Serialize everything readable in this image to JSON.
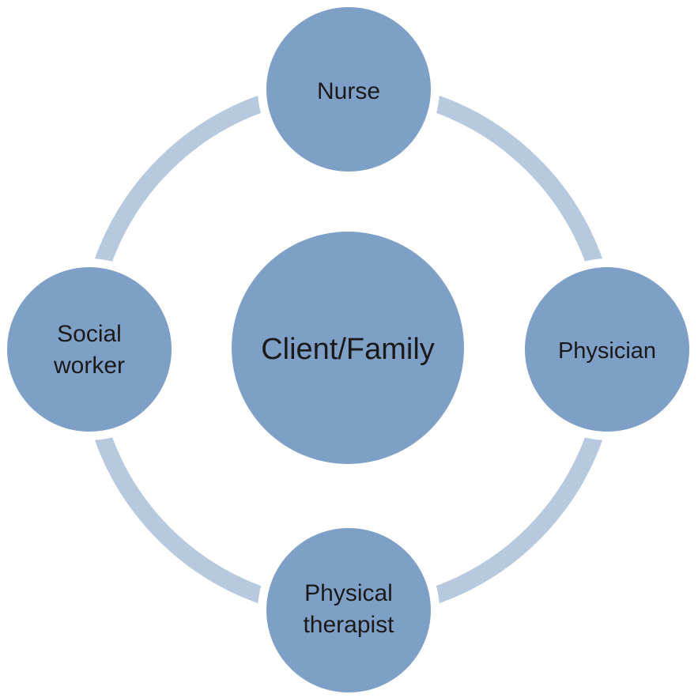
{
  "title": "Client/Family care team cycle",
  "colors": {
    "node_fill": "#7ea0c6",
    "ring_fill": "#b7c9de",
    "text": "#1a1a1a",
    "background": "#ffffff"
  },
  "center": {
    "label": "Client/Family"
  },
  "nodes": [
    {
      "id": "nurse",
      "lines": [
        "Nurse"
      ],
      "position": "top"
    },
    {
      "id": "physician",
      "lines": [
        "Physician"
      ],
      "position": "right"
    },
    {
      "id": "physical-therapist",
      "lines": [
        "Physical",
        "therapist"
      ],
      "position": "bottom"
    },
    {
      "id": "social-worker",
      "lines": [
        "Social",
        "worker"
      ],
      "position": "left"
    }
  ]
}
